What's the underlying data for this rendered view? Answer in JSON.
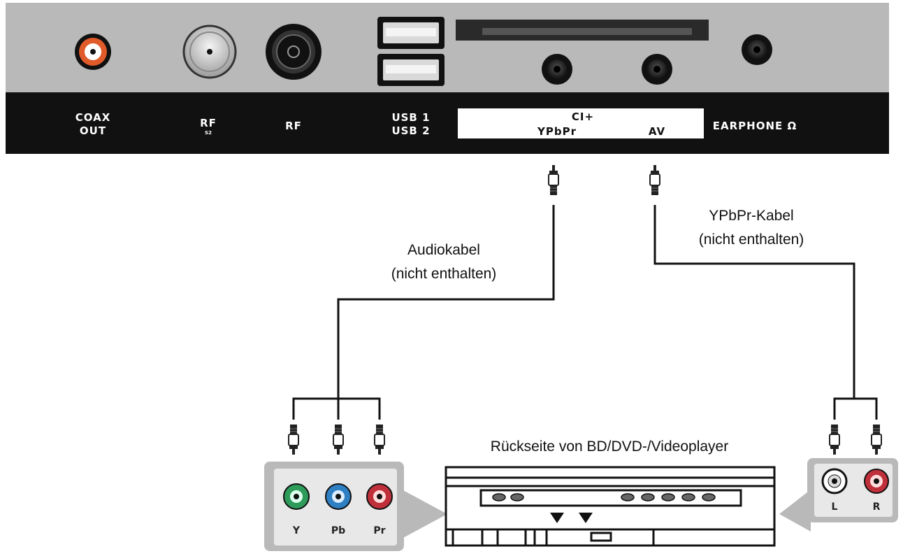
{
  "panel": {
    "coax_line1": "COAX",
    "coax_line2": "OUT",
    "rf1_main": "RF",
    "rf1_sub": "S2",
    "rf2": "RF",
    "usb1": "USB 1",
    "usb2": "USB 2",
    "ci": "CI+",
    "ypbpr": "YPbPr",
    "av": "AV",
    "earphone": "EARPHONE Ω"
  },
  "cables": {
    "audio_line1": "Audiokabel",
    "audio_line2": "(nicht enthalten)",
    "ypbpr_line1": "YPbPr-Kabel",
    "ypbpr_line2": "(nicht enthalten)"
  },
  "player": {
    "title": "Rückseite von BD/DVD-/Videoplayer"
  },
  "component_jacks": {
    "y": "Y",
    "pb": "Pb",
    "pr": "Pr"
  },
  "audio_jacks": {
    "l": "L",
    "r": "R"
  },
  "colors": {
    "y": "#2e9b5a",
    "pb": "#2f7fc3",
    "pr": "#c0303a",
    "coax": "#e05a2a",
    "l": "#ffffff",
    "r": "#c0303a"
  },
  "icons": [
    "coax-jack-icon",
    "rf-connector-icon",
    "usb-port-icon",
    "mini-jack-icon",
    "rca-plug-icon",
    "arrow-down-icon"
  ]
}
